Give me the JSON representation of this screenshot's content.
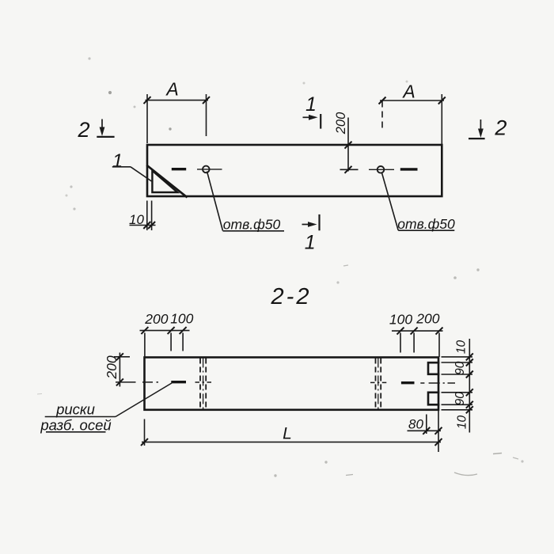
{
  "drawing": {
    "type": "engineering-drawing",
    "background_color": "#f6f6f4",
    "line_color": "#1c1c1c",
    "plan": {
      "dim_a_left": "A",
      "dim_a_right": "A",
      "dim_hole_offset": "200",
      "dim_corner_inset": "10",
      "hole_label_left": "отв.ф50",
      "hole_label_right": "отв.ф50",
      "section_mark_2_left": "2",
      "section_mark_2_right": "2",
      "section_mark_1_top": "1",
      "section_mark_1_bottom": "1",
      "detail_callout": "1"
    },
    "section": {
      "title": "2-2",
      "dim_top_left_200": "200",
      "dim_top_left_100": "100",
      "dim_top_right_100": "100",
      "dim_top_right_200": "200",
      "dim_height": "200",
      "dim_right_10_top": "10",
      "dim_right_90_top": "90",
      "dim_right_90_bottom": "90",
      "dim_right_10_bottom": "10",
      "dim_notch_depth": "80",
      "dim_length": "L",
      "axis_note_line1": "риски",
      "axis_note_line2": "разб. осей"
    }
  }
}
